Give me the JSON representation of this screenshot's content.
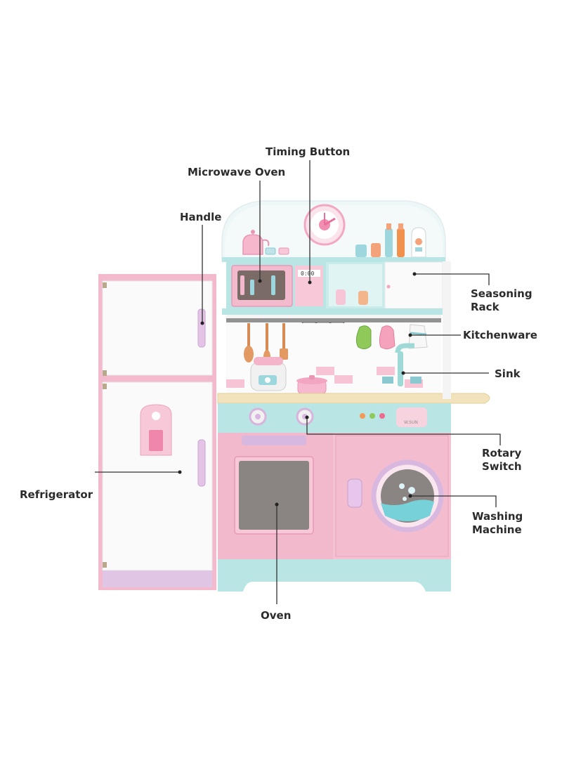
{
  "labels": {
    "timing_button": "Timing Button",
    "microwave_oven": "Microwave Oven",
    "handle": "Handle",
    "seasoning_rack_line1": "Seasoning",
    "seasoning_rack_line2": "Rack",
    "kitchenware": "Kitchenware",
    "sink": "Sink",
    "rotary_switch_line1": "Rotary",
    "rotary_switch_line2": "Switch",
    "refrigerator": "Refrigerator",
    "washing_machine_line1": "Washing",
    "washing_machine_line2": "Machine",
    "oven": "Oven"
  },
  "display": {
    "microwave_timer": "0:00",
    "brand_text": "W.SUN"
  },
  "colors": {
    "pink": "#f2b8cc",
    "light_pink": "#f7d3df",
    "mint": "#b6e4e2",
    "white": "#fbfbfb",
    "wood": "#f2e3bd",
    "lilac": "#d9b8e0",
    "grey_window": "#8a8582"
  }
}
